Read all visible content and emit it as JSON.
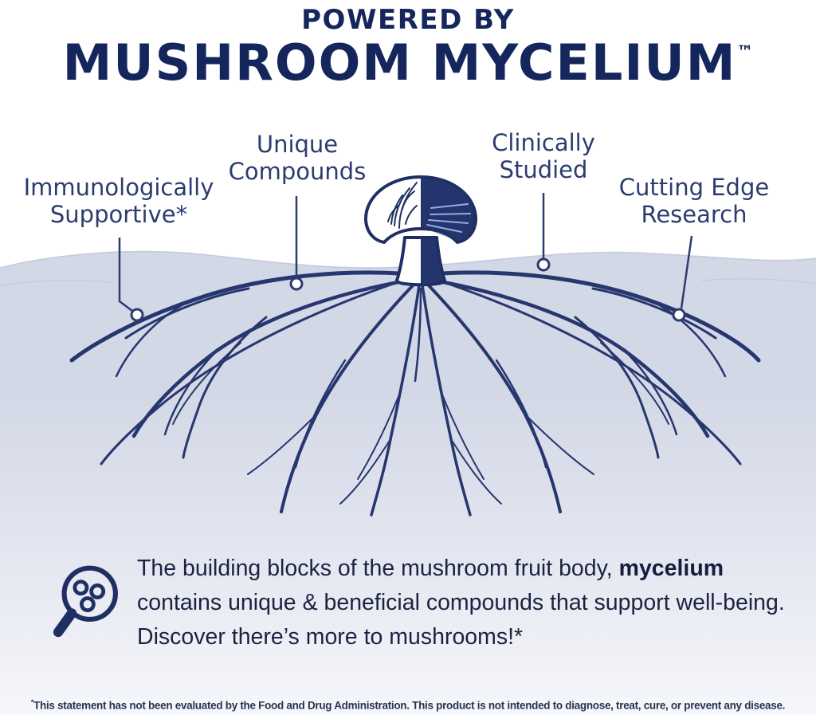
{
  "header": {
    "kicker": "POWERED BY",
    "title": "MUSHROOM MYCELIUM",
    "trademark": "™"
  },
  "callouts": [
    {
      "name": "immunologically-supportive",
      "lines": [
        "Immunologically",
        "Supportive*"
      ]
    },
    {
      "name": "unique-compounds",
      "lines": [
        "Unique",
        "Compounds"
      ]
    },
    {
      "name": "clinically-studied",
      "lines": [
        "Clinically",
        "Studied"
      ]
    },
    {
      "name": "cutting-edge-research",
      "lines": [
        "Cutting Edge",
        "Research"
      ]
    }
  ],
  "description": {
    "pre": "The building blocks of the mushroom fruit body, ",
    "bold": "mycelium",
    "post": " contains unique & beneficial compounds that support well-being. Discover there’s more to mushrooms!*"
  },
  "footnote": {
    "star": "*",
    "text": "This statement has not been evaluated by the Food and Drug Administration. This product is not intended to diagnose, treat, cure, or prevent any disease."
  },
  "icons": {
    "magnifier": "magnifier-molecule-icon",
    "mushroom": "mushroom-illustration",
    "roots": "mycelium-roots"
  },
  "colors": {
    "navy": "#15265c",
    "root_navy": "#26366e",
    "callout_navy": "#2d3c6e",
    "gill_light_blue": "#96abdf",
    "ground_top": "#d3d8e6",
    "ground_bottom": "#f6f7fb"
  }
}
